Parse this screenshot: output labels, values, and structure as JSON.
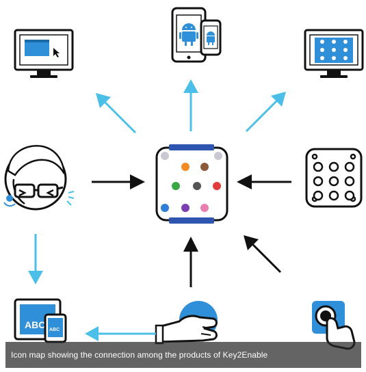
{
  "caption": "Icon map showing the connection among the products of Key2Enable",
  "tablet_text_large": "ABC",
  "tablet_text_small": "ABC",
  "colors": {
    "arrow_blue": "#4bbfe8",
    "arrow_black": "#111111",
    "icon_blue": "#2f8fd8",
    "bar_blue": "#2e56b0",
    "android_green": "#2f8fd8"
  },
  "keyboard_dots": [
    "#c9c9d3",
    "#f08a22",
    "#8a5a3a",
    "#c9c9d3",
    "#3aa745",
    "#555555",
    "#e23c3c",
    "#2f7fd8",
    "#7a3fb0",
    "#e87fb0"
  ],
  "icons": [
    "monitor-window-icon",
    "tablet-phone-android-icon",
    "monitor-grid-icon",
    "face-tracking-icon",
    "keyguard-icon",
    "touch-tablet-icon",
    "hand-ball-icon",
    "touch-button-icon"
  ]
}
